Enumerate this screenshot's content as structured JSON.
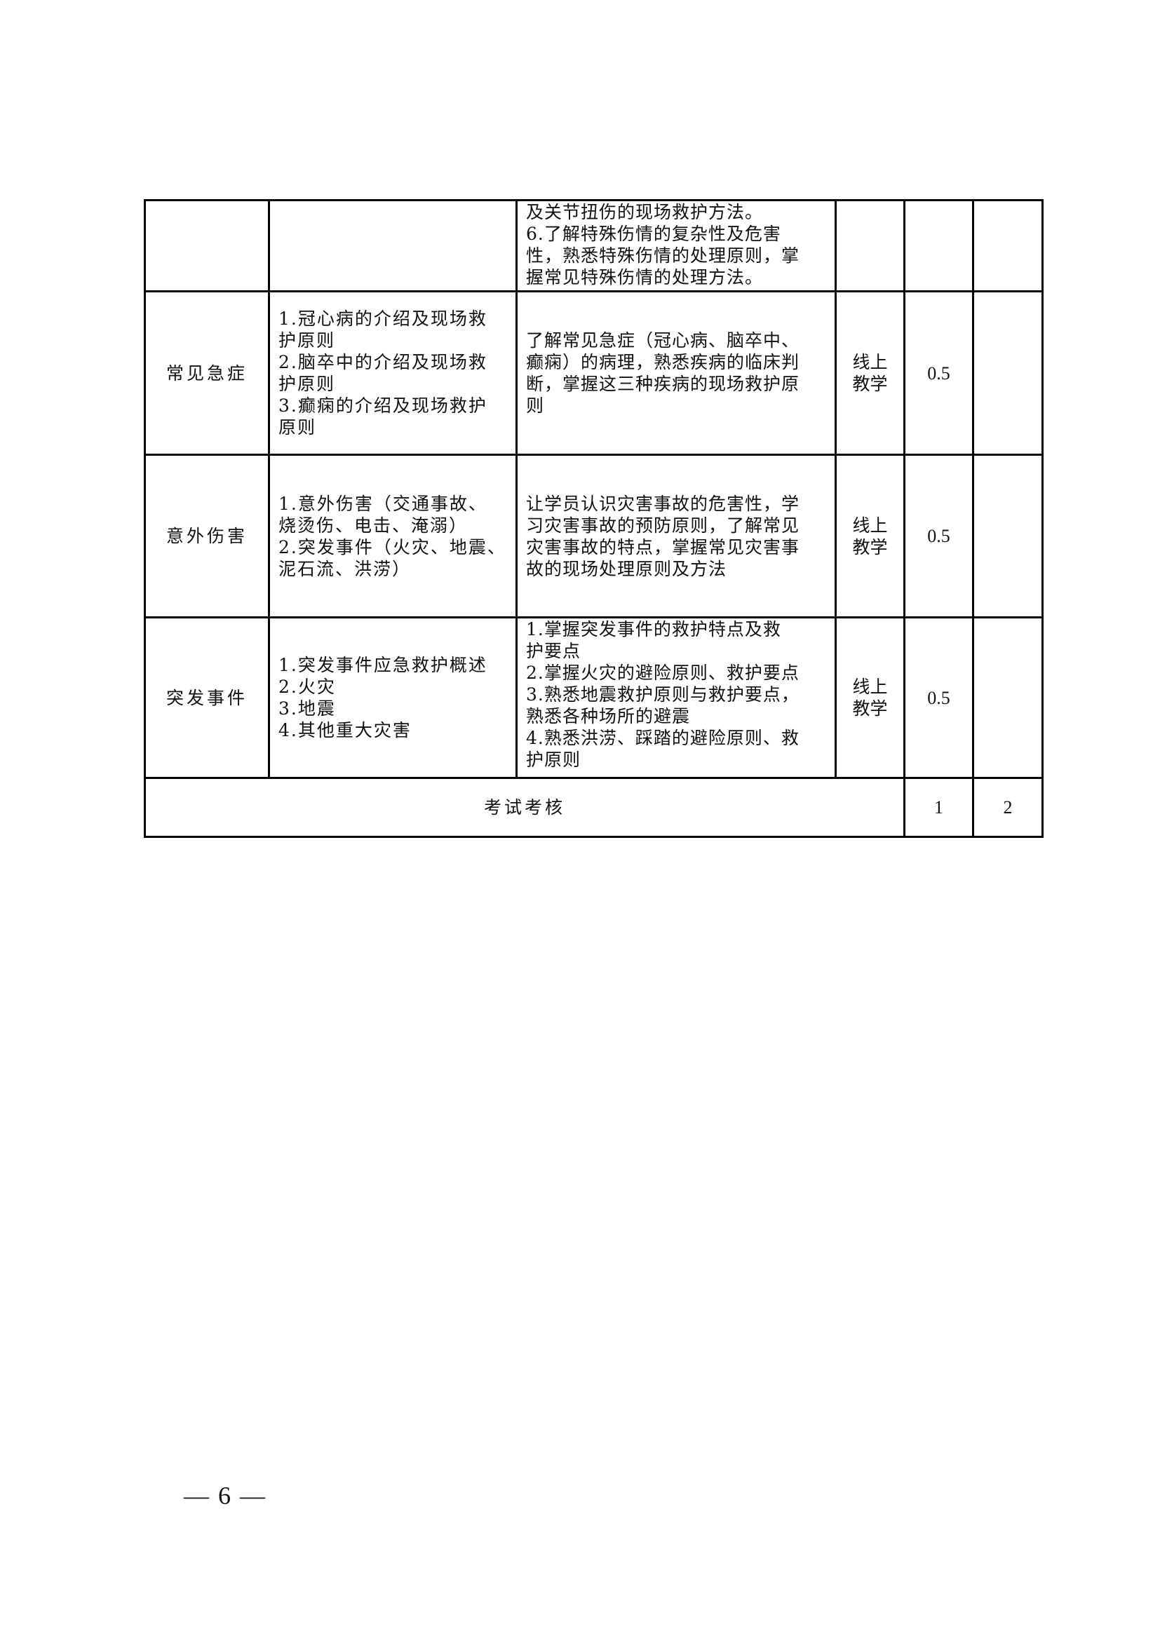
{
  "table": {
    "rows": [
      {
        "topic": "",
        "content": [],
        "goals": [
          "及关节扭伤的现场救护方法。",
          "6.了解特殊伤情的复杂性及危害",
          "性，熟悉特殊伤情的处理原则，掌",
          "握常见特殊伤情的处理方法。"
        ],
        "mode": "",
        "hours": "",
        "extra": ""
      },
      {
        "topic": "常见急症",
        "content": [
          "1.冠心病的介绍及现场救",
          "护原则",
          "2.脑卒中的介绍及现场救",
          "护原则",
          "3.癫痫的介绍及现场救护",
          "原则"
        ],
        "goals": [
          "了解常见急症（冠心病、脑卒中、",
          "癫痫）的病理，熟悉疾病的临床判",
          "断，掌握这三种疾病的现场救护原",
          "则"
        ],
        "mode": [
          "线上",
          "教学"
        ],
        "hours": "0.5",
        "extra": ""
      },
      {
        "topic": "意外伤害",
        "content": [
          "1.意外伤害（交通事故、",
          "烧烫伤、电击、淹溺）",
          "2.突发事件（火灾、地震、",
          "泥石流、洪涝）"
        ],
        "goals": [
          "让学员认识灾害事故的危害性，学",
          "习灾害事故的预防原则，了解常见",
          "灾害事故的特点，掌握常见灾害事",
          "故的现场处理原则及方法"
        ],
        "mode": [
          "线上",
          "教学"
        ],
        "hours": "0.5",
        "extra": ""
      },
      {
        "topic": "突发事件",
        "content": [
          "1.突发事件应急救护概述",
          "2.火灾",
          "3.地震",
          "4.其他重大灾害"
        ],
        "goals": [
          "1.掌握突发事件的救护特点及救",
          "护要点",
          "2.掌握火灾的避险原则、救护要点",
          "3.熟悉地震救护原则与救护要点，",
          "熟悉各种场所的避震",
          "4.熟悉洪涝、踩踏的避险原则、救",
          "护原则"
        ],
        "mode": [
          "线上",
          "教学"
        ],
        "hours": "0.5",
        "extra": ""
      }
    ],
    "exam": {
      "label": "考试考核",
      "hours": "1",
      "extra": "2"
    }
  },
  "footer": {
    "page_number": "— 6 —"
  }
}
